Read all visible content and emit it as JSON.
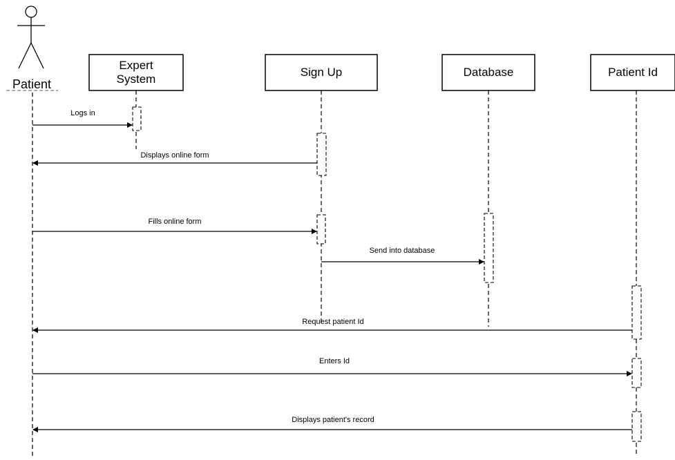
{
  "actor": {
    "name": "Patient"
  },
  "lifelines": [
    {
      "id": "expert",
      "lines": [
        "Expert",
        "System"
      ]
    },
    {
      "id": "signup",
      "lines": [
        "Sign Up"
      ]
    },
    {
      "id": "database",
      "lines": [
        "Database"
      ]
    },
    {
      "id": "patientid",
      "lines": [
        "Patient Id"
      ]
    }
  ],
  "messages": [
    {
      "label": "Logs in",
      "from": "patient",
      "to": "expert"
    },
    {
      "label": "Displays online form",
      "from": "signup",
      "to": "patient"
    },
    {
      "label": "Fills online form",
      "from": "patient",
      "to": "signup"
    },
    {
      "label": "Send into database",
      "from": "signup",
      "to": "database"
    },
    {
      "label": "Request patient Id",
      "from": "patientid",
      "to": "patient"
    },
    {
      "label": "Enters Id",
      "from": "patient",
      "to": "patientid"
    },
    {
      "label": "Displays patient's record",
      "from": "patientid",
      "to": "patient"
    }
  ]
}
